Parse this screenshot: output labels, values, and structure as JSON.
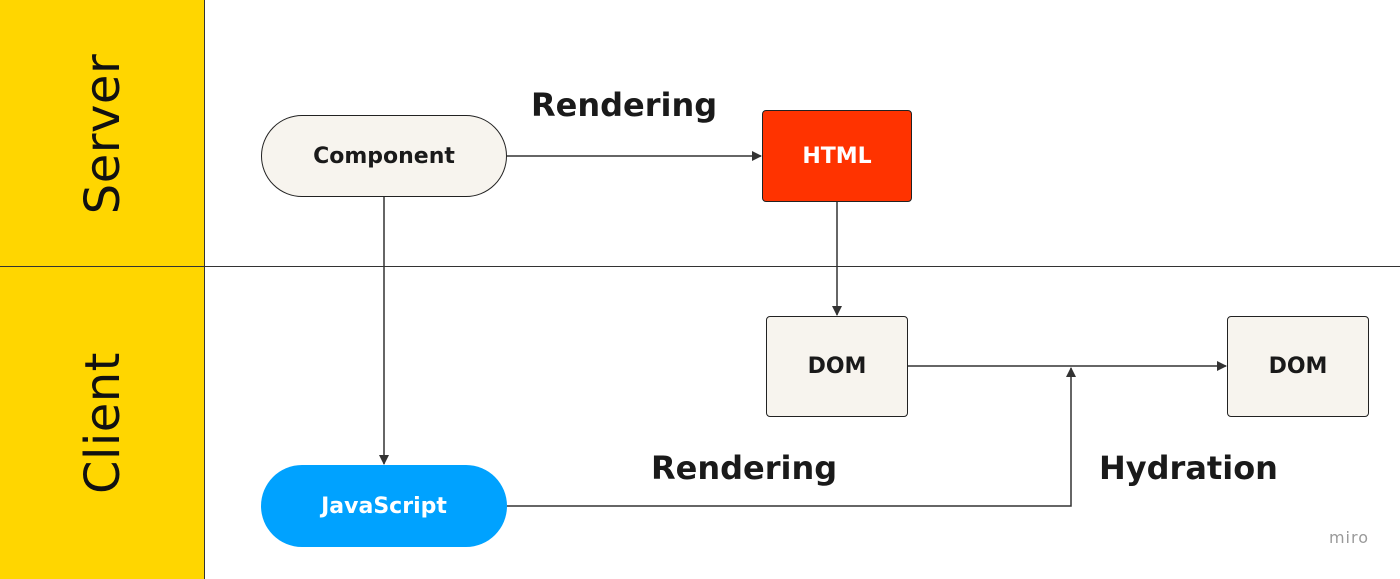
{
  "lanes": {
    "server_label": "Server",
    "client_label": "Client",
    "label_background": "#FFD600"
  },
  "nodes": {
    "component": "Component",
    "html": "HTML",
    "dom_initial": "DOM",
    "javascript": "JavaScript",
    "dom_hydrated": "DOM"
  },
  "edge_labels": {
    "server_rendering": "Rendering",
    "client_rendering": "Rendering",
    "hydration": "Hydration"
  },
  "colors": {
    "html_node": "#FF3300",
    "javascript_node": "#00A2FF",
    "neutral_node": "#F7F4EE"
  },
  "watermark": "miro"
}
